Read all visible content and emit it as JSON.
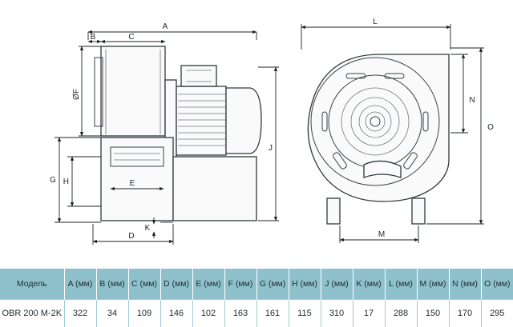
{
  "dimension_letters": {
    "A": "A",
    "B": "B",
    "C": "C",
    "D": "D",
    "E": "E",
    "F": "ØF",
    "G": "G",
    "H": "H",
    "J": "J",
    "K": "K",
    "L": "L",
    "M": "M",
    "N": "N",
    "O": "O"
  },
  "table": {
    "headers": [
      "Модель",
      "A (мм)",
      "B (мм)",
      "C (мм)",
      "D (мм)",
      "E (мм)",
      "F (мм)",
      "G (мм)",
      "H (мм)",
      "J (мм)",
      "K (мм)",
      "L (мм)",
      "M (мм)",
      "N (мм)",
      "O (мм)"
    ],
    "row": [
      "OBR 200 M-2K",
      "322",
      "34",
      "109",
      "146",
      "102",
      "163",
      "161",
      "115",
      "310",
      "17",
      "288",
      "150",
      "170",
      "295"
    ]
  }
}
